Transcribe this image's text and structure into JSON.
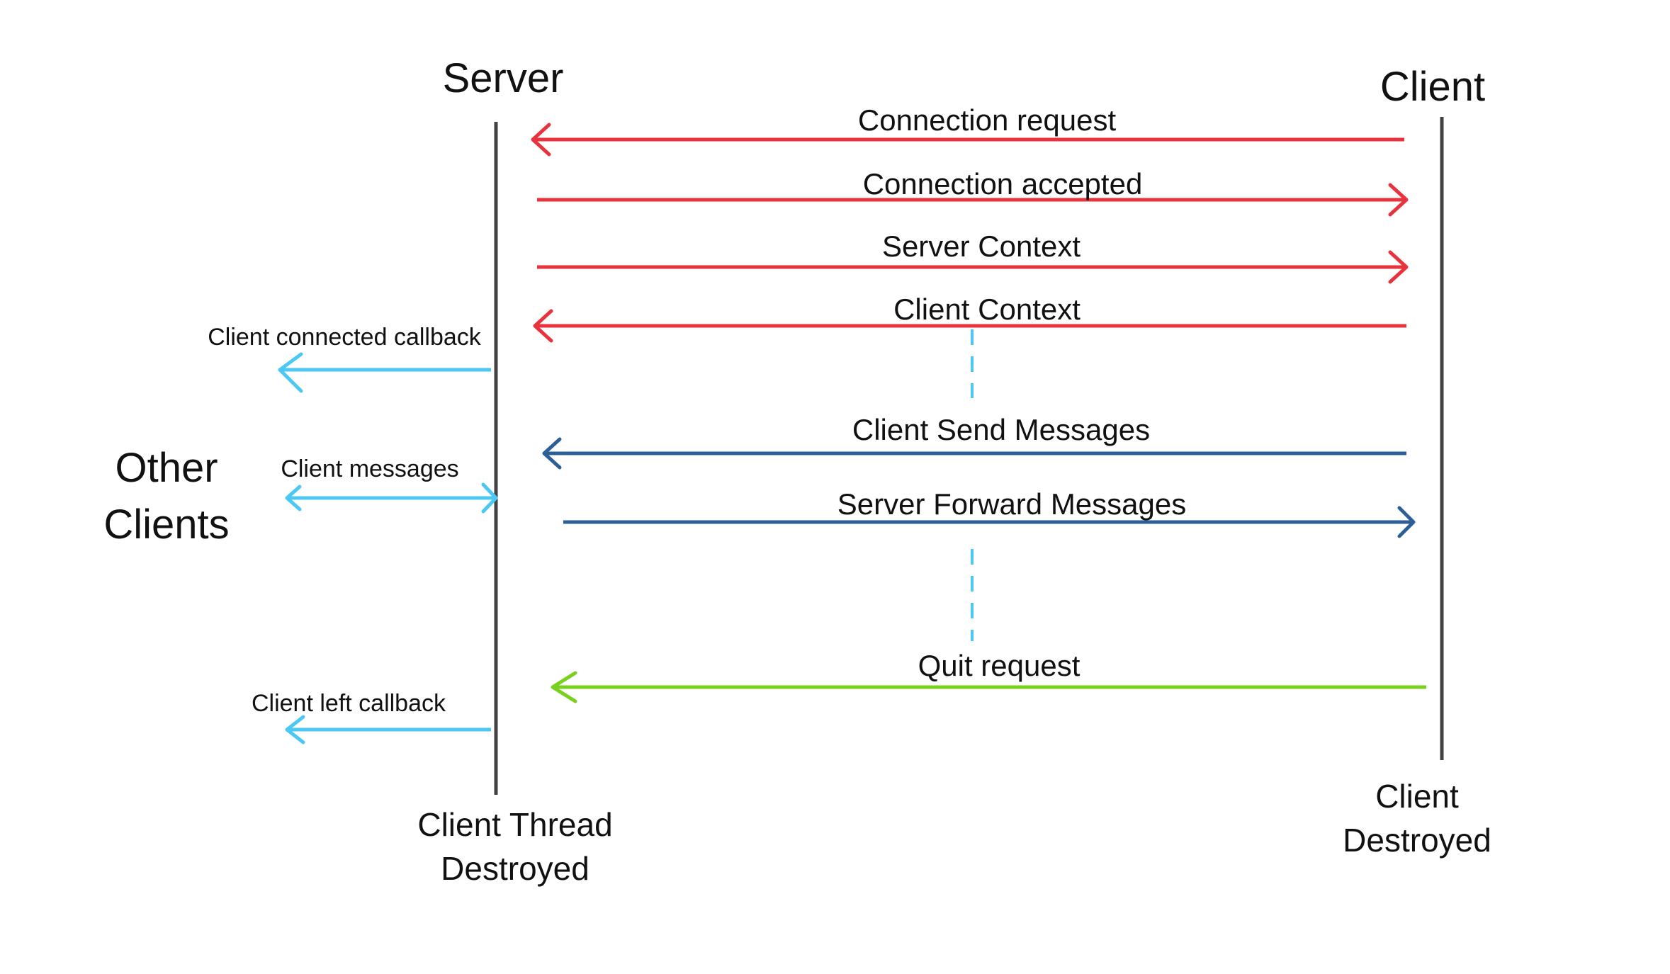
{
  "participants": {
    "server": {
      "title": "Server",
      "end_line1": "Client Thread",
      "end_line2": "Destroyed"
    },
    "client": {
      "title": "Client",
      "end_line1": "Client",
      "end_line2": "Destroyed"
    },
    "other_clients": {
      "line1": "Other",
      "line2": "Clients"
    }
  },
  "messages": {
    "connection_request": "Connection request",
    "connection_accepted": "Connection accepted",
    "server_context": "Server Context",
    "client_context": "Client Context",
    "client_send_messages": "Client Send Messages",
    "server_forward_messages": "Server Forward Messages",
    "quit_request": "Quit request"
  },
  "callbacks": {
    "client_connected": "Client connected callback",
    "client_messages": "Client messages",
    "client_left": "Client left callback"
  },
  "colors": {
    "handshake": "#e8323c",
    "messaging": "#2c5f95",
    "quit": "#78d11e",
    "callbacks": "#4cc8f2",
    "lifeline": "#444444",
    "text": "#111111"
  }
}
